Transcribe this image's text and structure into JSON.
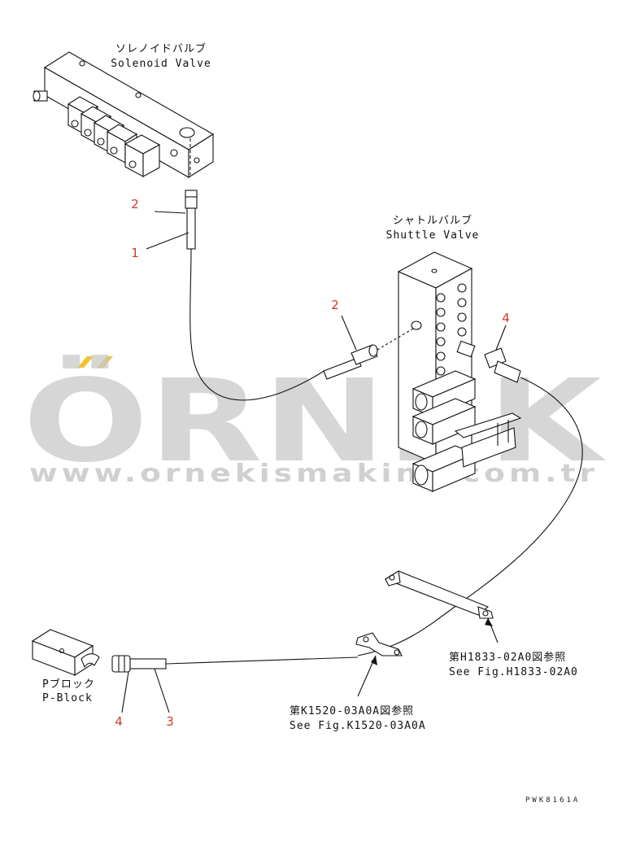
{
  "components": {
    "solenoid_valve": {
      "jp": "ソレノイドバルブ",
      "en": "Solenoid Valve"
    },
    "shuttle_valve": {
      "jp": "シャトルバルブ",
      "en": "Shuttle Valve"
    },
    "p_block": {
      "jp": "Pブロック",
      "en": "P-Block"
    }
  },
  "callouts": {
    "top_2": "2",
    "top_1": "1",
    "mid_2": "2",
    "right_4": "4",
    "bottom_4": "4",
    "bottom_3": "3"
  },
  "references": {
    "ref_h": {
      "jp": "第H1833-02A0図参照",
      "en": "See Fig.H1833-02A0"
    },
    "ref_k": {
      "jp": "第K1520-03A0A図参照",
      "en": "See Fig.K1520-03A0A"
    }
  },
  "drawing_code": "PWK8161A",
  "watermark": {
    "brand": "ÖRNEK",
    "url": "www.ornekismakina.com.tr"
  },
  "colors": {
    "callout": "#d0392b",
    "watermark": "#c8c8c8",
    "watermark_accent": "#f2c230"
  }
}
